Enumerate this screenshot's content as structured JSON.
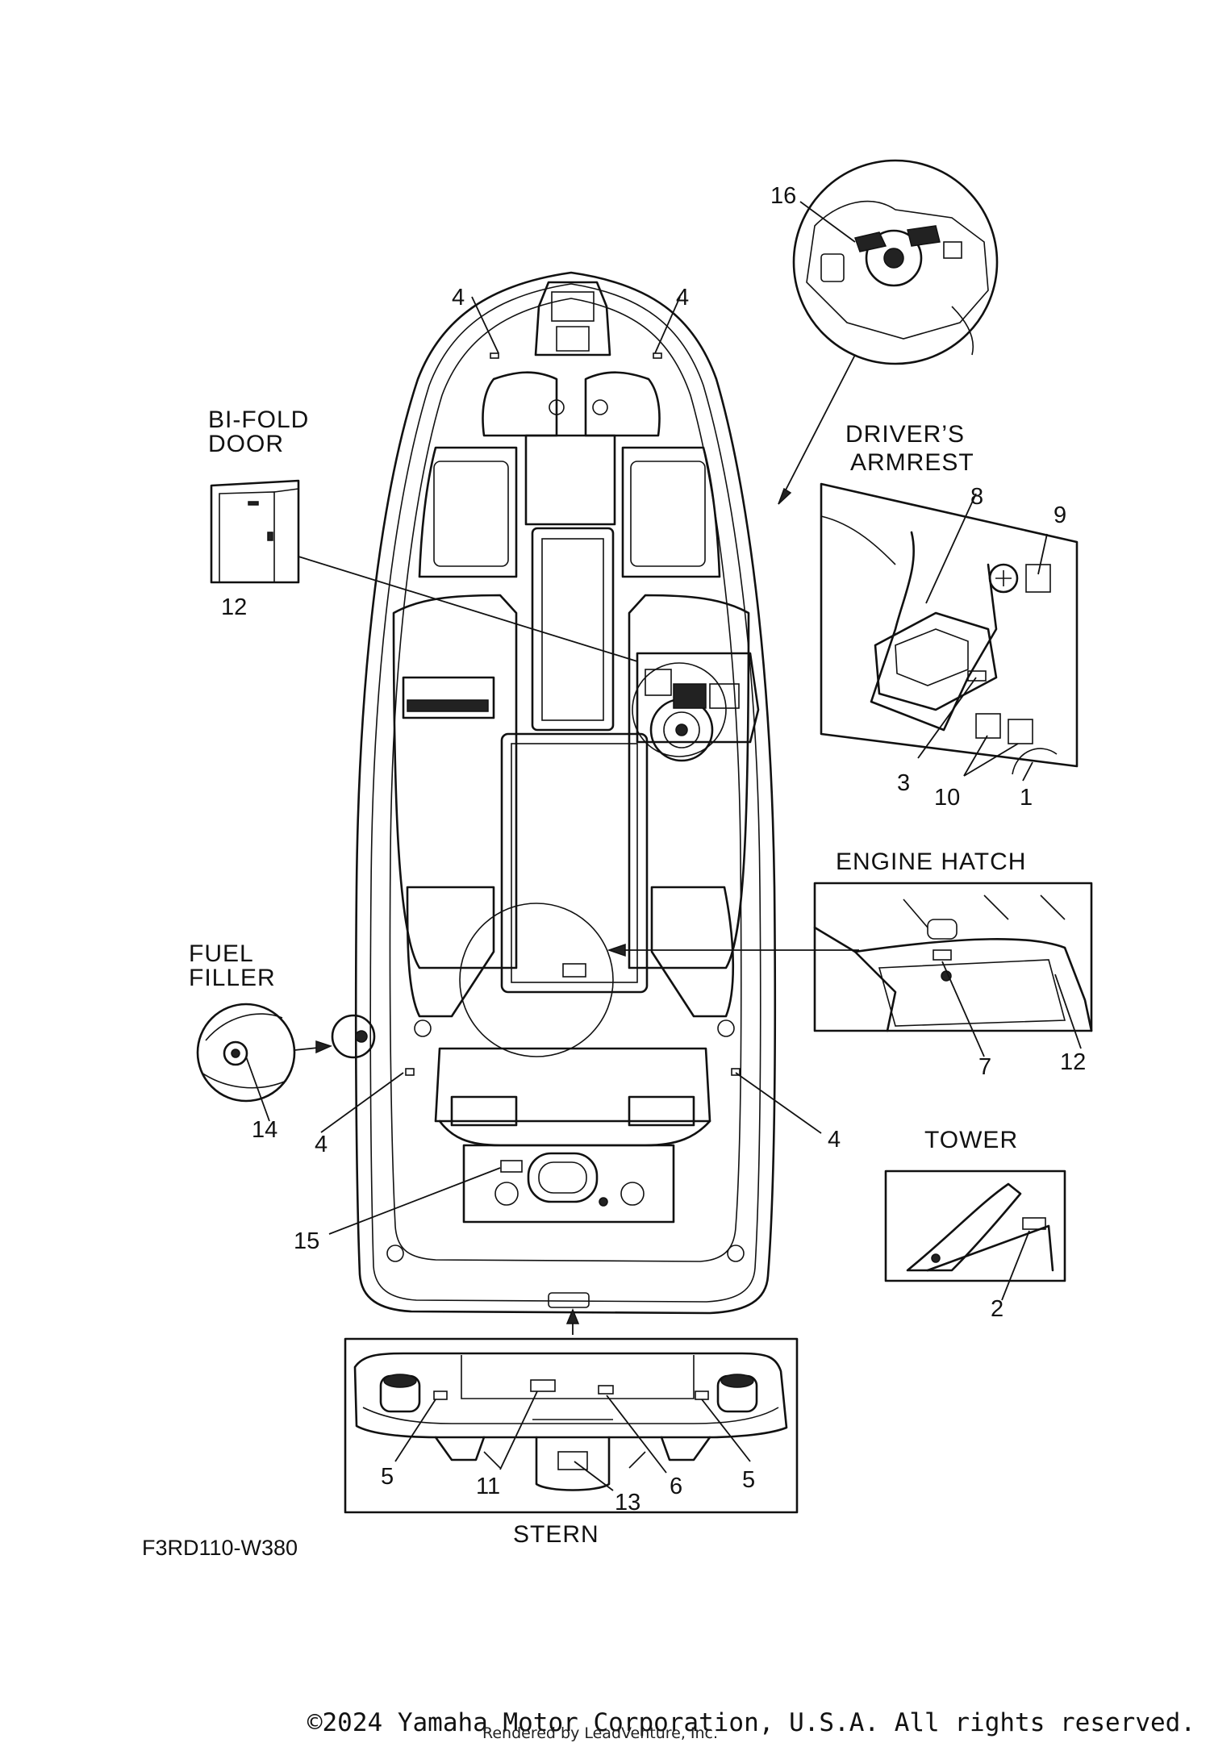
{
  "views": {
    "bi_fold_door": {
      "title": "BI-FOLD\nDOOR",
      "line1": "BI-FOLD",
      "line2": "DOOR"
    },
    "drivers_armrest": {
      "line1": "DRIVER’S",
      "line2": "ARMREST"
    },
    "engine_hatch": {
      "title": "ENGINE HATCH"
    },
    "fuel_filler": {
      "line1": "FUEL",
      "line2": "FILLER"
    },
    "tower": {
      "title": "TOWER"
    },
    "stern": {
      "title": "STERN"
    }
  },
  "callouts": {
    "c1": "1",
    "c2": "2",
    "c3": "3",
    "c4a": "4",
    "c4b": "4",
    "c4c": "4",
    "c4d": "4",
    "c5a": "5",
    "c5b": "5",
    "c6": "6",
    "c7": "7",
    "c8": "8",
    "c9": "9",
    "c10": "10",
    "c11": "11",
    "c12a": "12",
    "c12b": "12",
    "c13": "13",
    "c14": "14",
    "c15": "15",
    "c16": "16"
  },
  "figure_code": "F3RD110-W380",
  "copyright": "©2024 Yamaha Motor Corporation, U.S.A. All rights reserved.",
  "rendered_by": "Rendered by LeadVenture, Inc."
}
